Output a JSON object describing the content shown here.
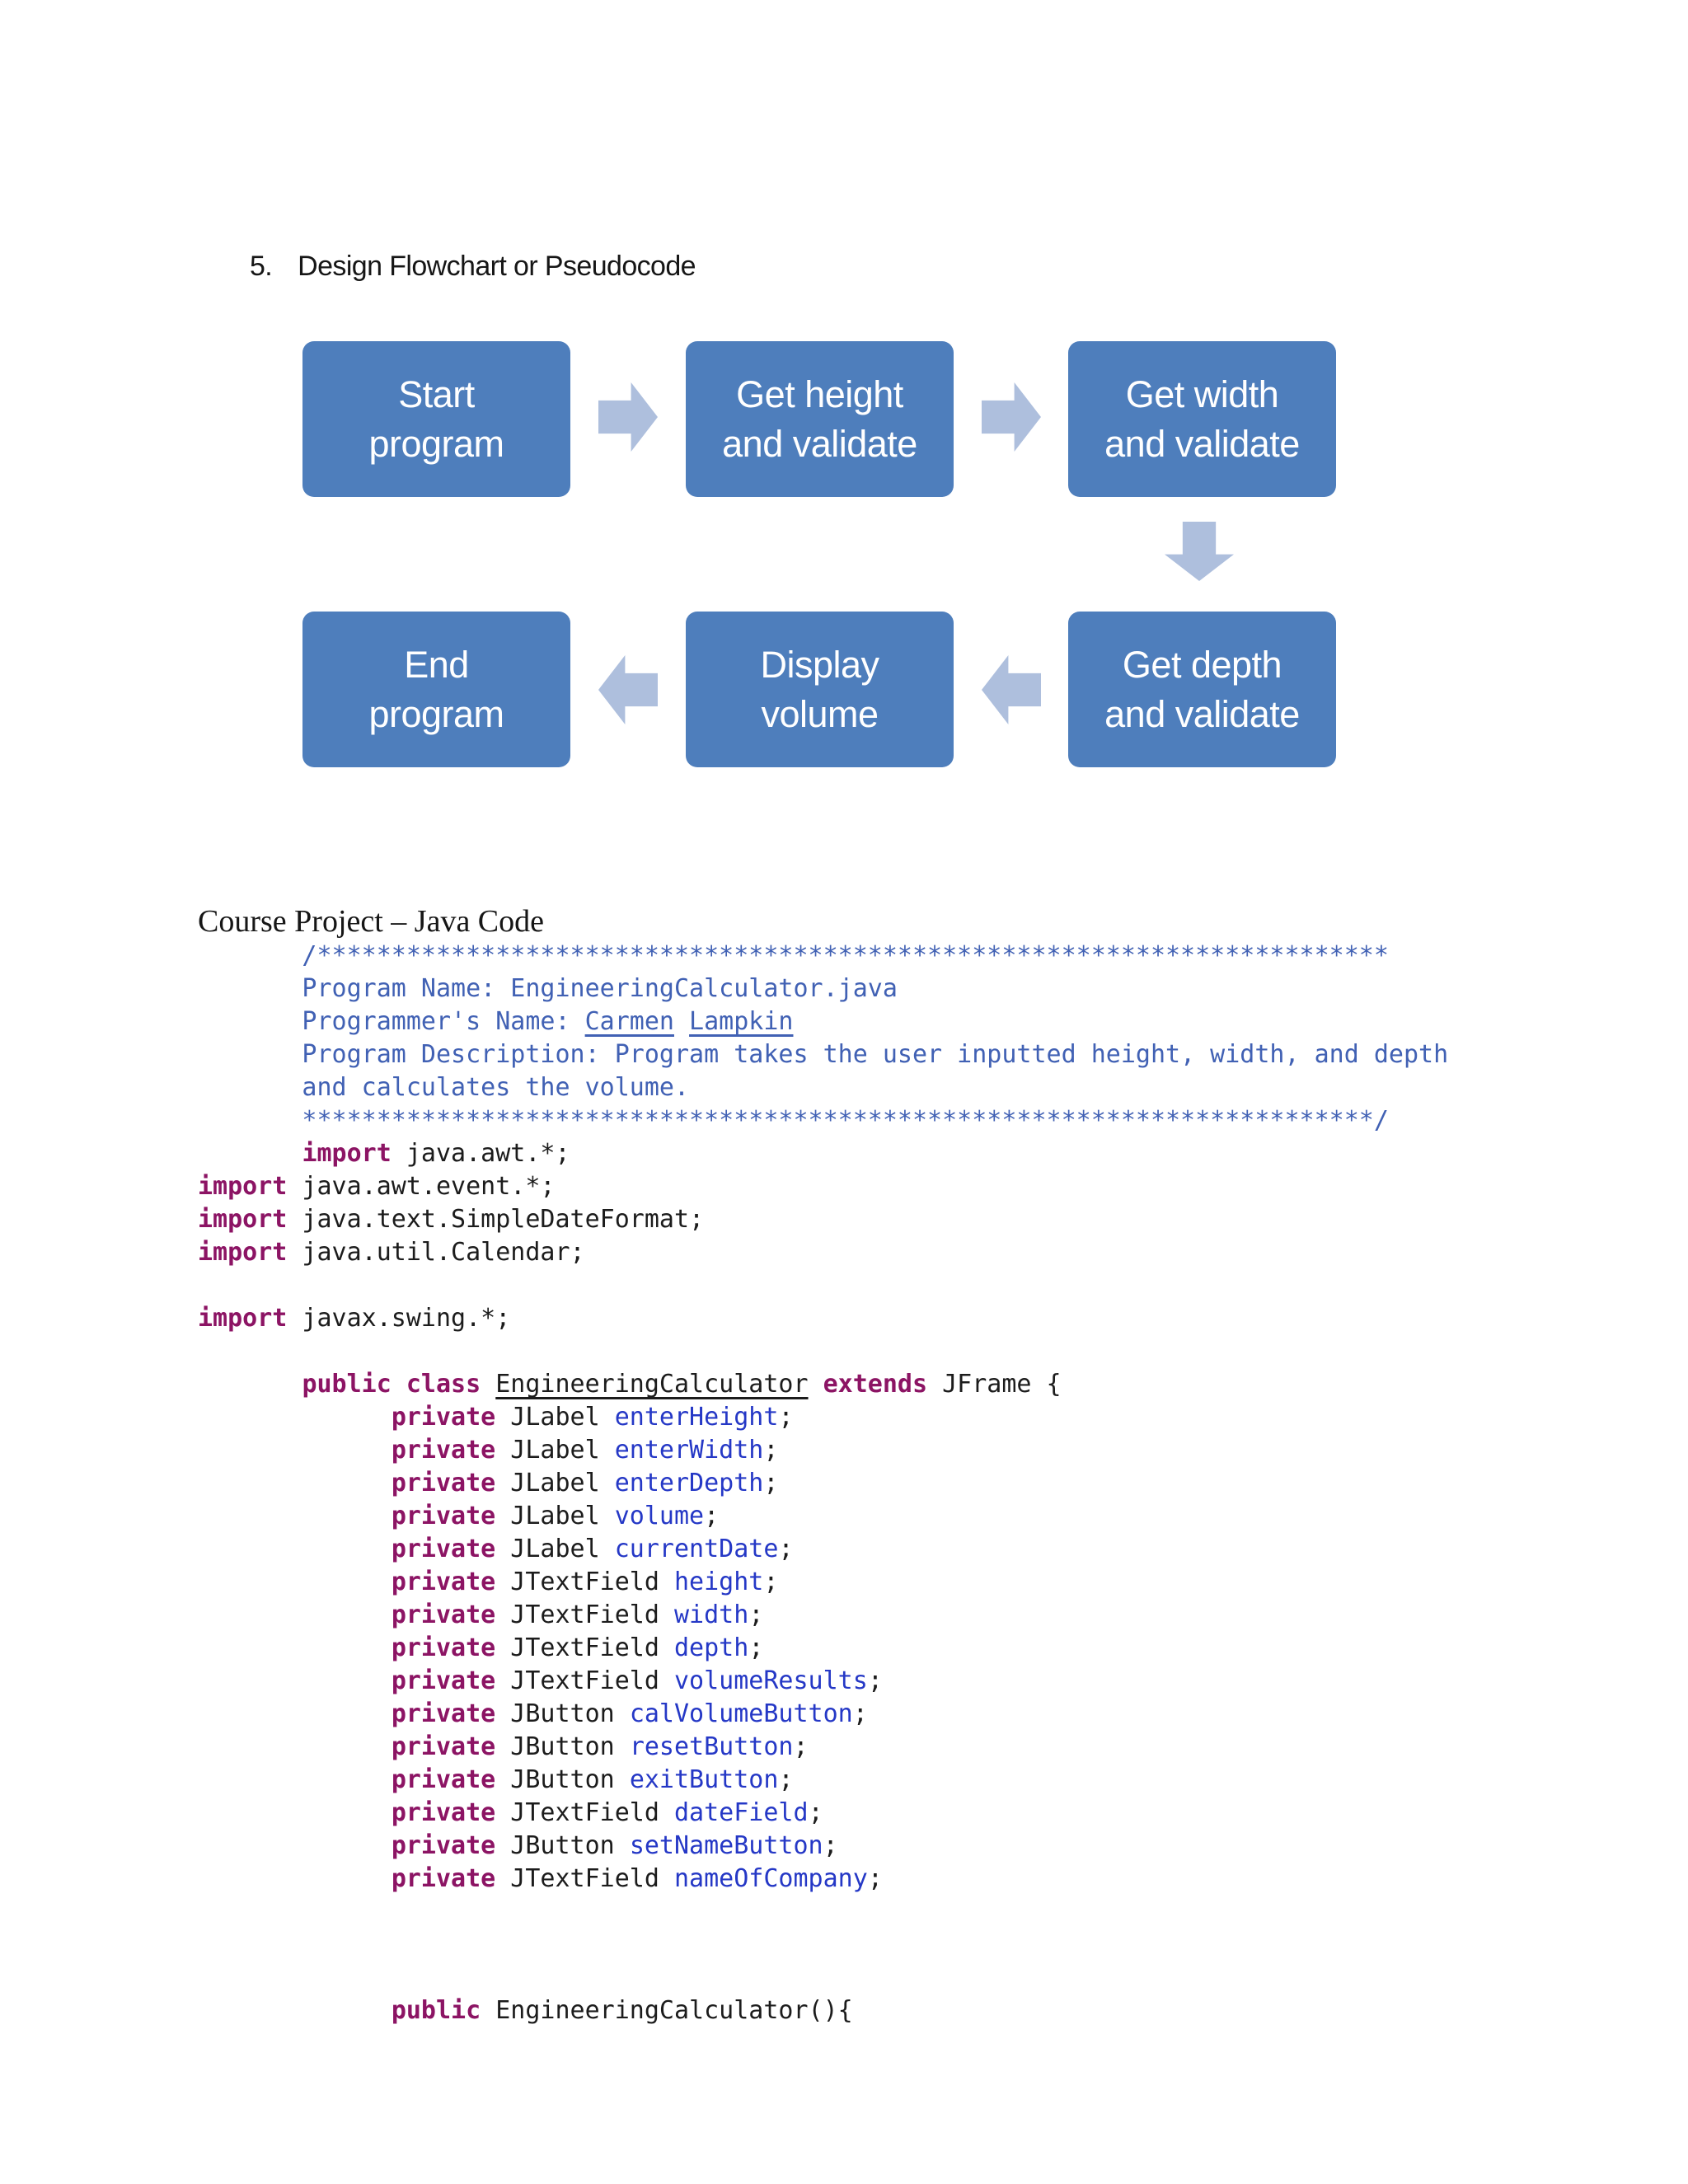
{
  "colors": {
    "ink": "#161616",
    "box_fill": "#4e7ebc",
    "arrow_fill": "#aebfdd",
    "box_text": "#ffffff",
    "kw": "#8c1464",
    "id": "#2538c6",
    "cm": "#4161b4",
    "pl": "#1c1c1c"
  },
  "heading": {
    "number": "5.",
    "text": "Design Flowchart or Pseudocode"
  },
  "flowchart": {
    "boxes": [
      {
        "id": "start-program",
        "lines": [
          "Start",
          "program"
        ]
      },
      {
        "id": "get-height",
        "lines": [
          "Get height",
          "and validate"
        ]
      },
      {
        "id": "get-width",
        "lines": [
          "Get width",
          "and validate"
        ]
      },
      {
        "id": "end-program",
        "lines": [
          "End",
          "program"
        ]
      },
      {
        "id": "display-volume",
        "lines": [
          "Display",
          "volume"
        ]
      },
      {
        "id": "get-depth",
        "lines": [
          "Get depth",
          "and validate"
        ]
      }
    ]
  },
  "section_title": "Course Project – Java Code",
  "code": {
    "lines": [
      [
        [
          "cm",
          "       /************************************************************************"
        ]
      ],
      [
        [
          "cm",
          "       Program Name: EngineeringCalculator.java"
        ]
      ],
      [
        [
          "cm",
          "       Programmer's Name: "
        ],
        [
          "cmu",
          "Carmen"
        ],
        [
          "cm",
          " "
        ],
        [
          "cmu",
          "Lampkin"
        ]
      ],
      [
        [
          "cm",
          "       Program Description: Program takes the user inputted height, width, and depth"
        ]
      ],
      [
        [
          "cm",
          "       and calculates the volume."
        ]
      ],
      [
        [
          "cm",
          "       ************************************************************************/"
        ]
      ],
      [
        [
          "pl",
          "       "
        ],
        [
          "kw",
          "import"
        ],
        [
          "pl",
          " java.awt.*;"
        ]
      ],
      [
        [
          "kw",
          "import"
        ],
        [
          "pl",
          " java.awt.event.*;"
        ]
      ],
      [
        [
          "kw",
          "import"
        ],
        [
          "pl",
          " java.text.SimpleDateFormat;"
        ]
      ],
      [
        [
          "kw",
          "import"
        ],
        [
          "pl",
          " java.util.Calendar;"
        ]
      ],
      [],
      [
        [
          "kw",
          "import"
        ],
        [
          "pl",
          " javax.swing.*;"
        ]
      ],
      [],
      [
        [
          "pl",
          "       "
        ],
        [
          "kw",
          "public class"
        ],
        [
          "pl",
          " "
        ],
        [
          "cls",
          "EngineeringCalculator"
        ],
        [
          "pl",
          " "
        ],
        [
          "kw",
          "extends"
        ],
        [
          "pl",
          " JFrame {"
        ]
      ],
      [
        [
          "pl",
          "             "
        ],
        [
          "kw",
          "private"
        ],
        [
          "pl",
          " JLabel "
        ],
        [
          "id",
          "enterHeight"
        ],
        [
          "pl",
          ";"
        ]
      ],
      [
        [
          "pl",
          "             "
        ],
        [
          "kw",
          "private"
        ],
        [
          "pl",
          " JLabel "
        ],
        [
          "id",
          "enterWidth"
        ],
        [
          "pl",
          ";"
        ]
      ],
      [
        [
          "pl",
          "             "
        ],
        [
          "kw",
          "private"
        ],
        [
          "pl",
          " JLabel "
        ],
        [
          "id",
          "enterDepth"
        ],
        [
          "pl",
          ";"
        ]
      ],
      [
        [
          "pl",
          "             "
        ],
        [
          "kw",
          "private"
        ],
        [
          "pl",
          " JLabel "
        ],
        [
          "id",
          "volume"
        ],
        [
          "pl",
          ";"
        ]
      ],
      [
        [
          "pl",
          "             "
        ],
        [
          "kw",
          "private"
        ],
        [
          "pl",
          " JLabel "
        ],
        [
          "id",
          "currentDate"
        ],
        [
          "pl",
          ";"
        ]
      ],
      [
        [
          "pl",
          "             "
        ],
        [
          "kw",
          "private"
        ],
        [
          "pl",
          " JTextField "
        ],
        [
          "id",
          "height"
        ],
        [
          "pl",
          ";"
        ]
      ],
      [
        [
          "pl",
          "             "
        ],
        [
          "kw",
          "private"
        ],
        [
          "pl",
          " JTextField "
        ],
        [
          "id",
          "width"
        ],
        [
          "pl",
          ";"
        ]
      ],
      [
        [
          "pl",
          "             "
        ],
        [
          "kw",
          "private"
        ],
        [
          "pl",
          " JTextField "
        ],
        [
          "id",
          "depth"
        ],
        [
          "pl",
          ";"
        ]
      ],
      [
        [
          "pl",
          "             "
        ],
        [
          "kw",
          "private"
        ],
        [
          "pl",
          " JTextField "
        ],
        [
          "id",
          "volumeResults"
        ],
        [
          "pl",
          ";"
        ]
      ],
      [
        [
          "pl",
          "             "
        ],
        [
          "kw",
          "private"
        ],
        [
          "pl",
          " JButton "
        ],
        [
          "id",
          "calVolumeButton"
        ],
        [
          "pl",
          ";"
        ]
      ],
      [
        [
          "pl",
          "             "
        ],
        [
          "kw",
          "private"
        ],
        [
          "pl",
          " JButton "
        ],
        [
          "id",
          "resetButton"
        ],
        [
          "pl",
          ";"
        ]
      ],
      [
        [
          "pl",
          "             "
        ],
        [
          "kw",
          "private"
        ],
        [
          "pl",
          " JButton "
        ],
        [
          "id",
          "exitButton"
        ],
        [
          "pl",
          ";"
        ]
      ],
      [
        [
          "pl",
          "             "
        ],
        [
          "kw",
          "private"
        ],
        [
          "pl",
          " JTextField "
        ],
        [
          "id",
          "dateField"
        ],
        [
          "pl",
          ";"
        ]
      ],
      [
        [
          "pl",
          "             "
        ],
        [
          "kw",
          "private"
        ],
        [
          "pl",
          " JButton "
        ],
        [
          "id",
          "setNameButton"
        ],
        [
          "pl",
          ";"
        ]
      ],
      [
        [
          "pl",
          "             "
        ],
        [
          "kw",
          "private"
        ],
        [
          "pl",
          " JTextField "
        ],
        [
          "id",
          "nameOfCompany"
        ],
        [
          "pl",
          ";"
        ]
      ],
      [],
      [],
      [],
      [
        [
          "pl",
          "             "
        ],
        [
          "kw",
          "public"
        ],
        [
          "pl",
          " EngineeringCalculator(){"
        ]
      ]
    ]
  }
}
